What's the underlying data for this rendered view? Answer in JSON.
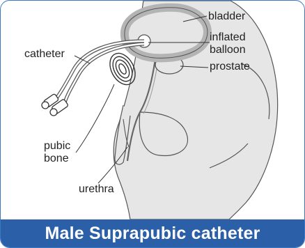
{
  "caption": "Male Suprapubic catheter",
  "labels": {
    "bladder": "bladder",
    "inflated_balloon_line1": "inflated",
    "inflated_balloon_line2": "balloon",
    "prostate": "prostate",
    "catheter": "catheter",
    "pubic_bone_line1": "pubic",
    "pubic_bone_line2": "bone",
    "urethra": "urethra"
  },
  "colors": {
    "body_fill": "#e6e6e6",
    "outline": "#444444",
    "bladder_fill": "#b9b9b9",
    "caption_bg": "#2b5fa8",
    "frame_border": "#3a78c2"
  }
}
